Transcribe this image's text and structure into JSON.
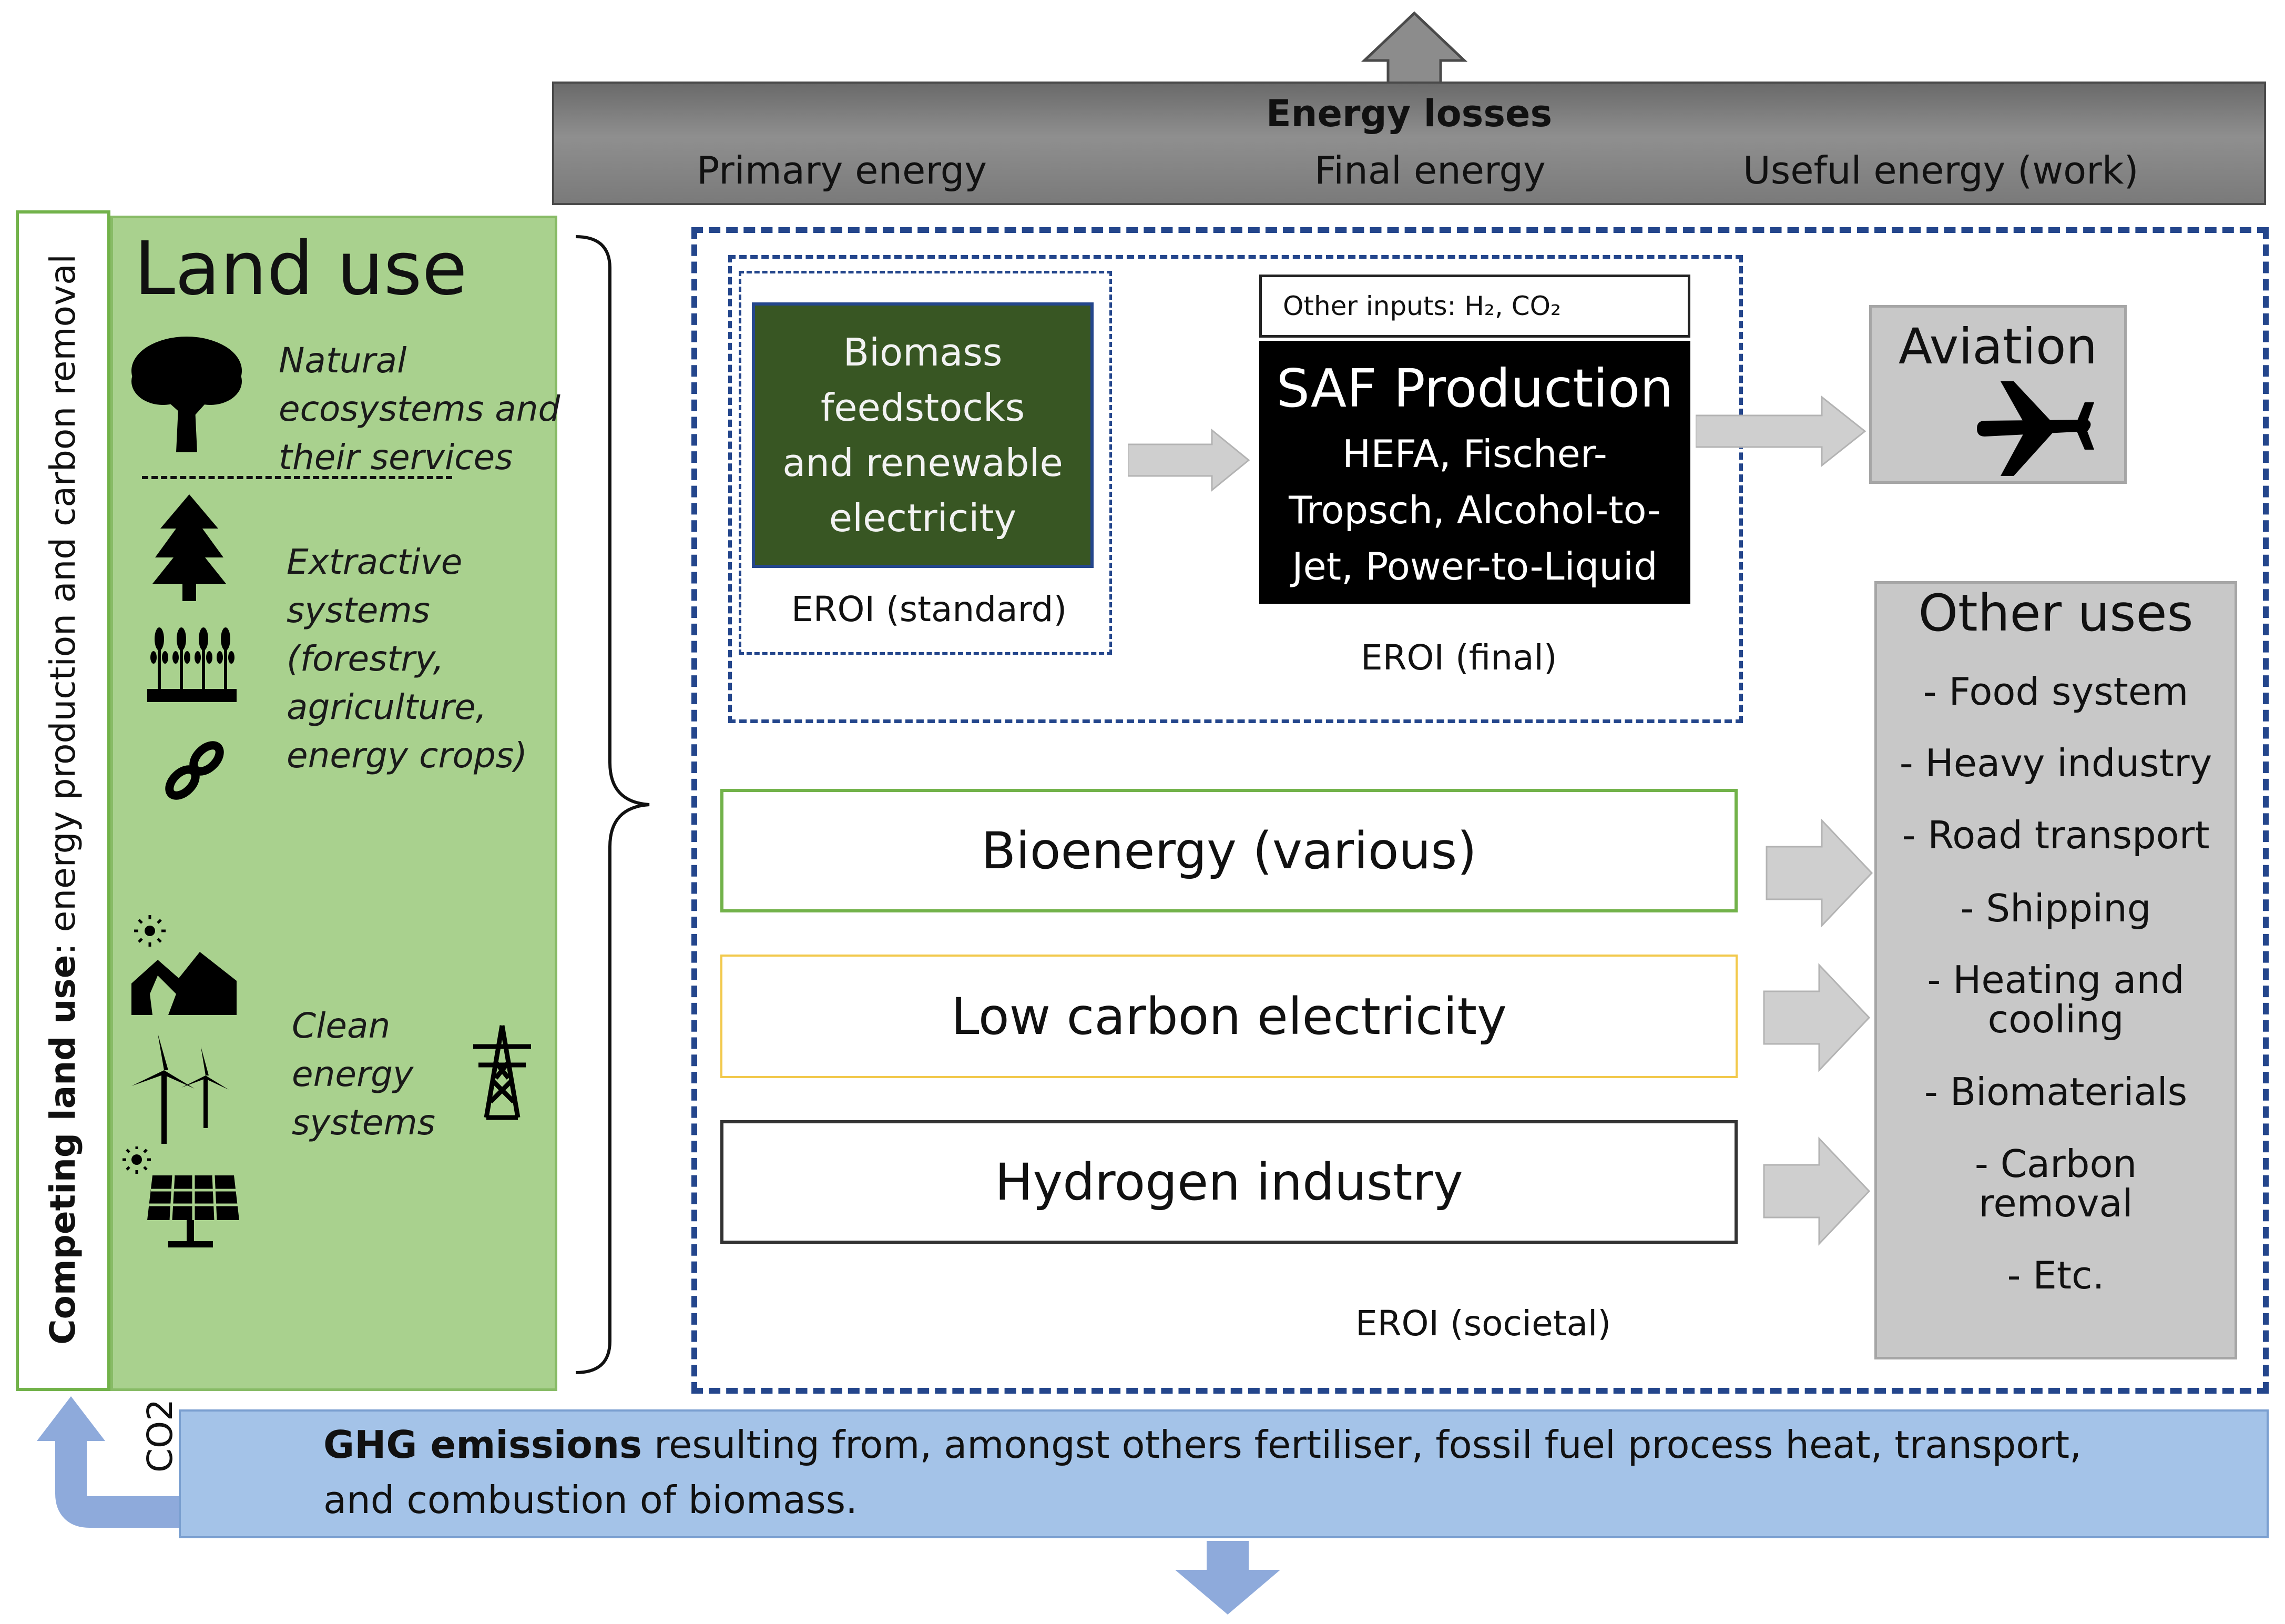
{
  "energy_losses": {
    "title": "Energy losses",
    "stages": [
      "Primary energy",
      "Final energy",
      "Useful energy (work)"
    ]
  },
  "competing": {
    "bold": "Competing land use",
    "rest": ": energy production and carbon removal"
  },
  "land_use": {
    "title": "Land use",
    "natural": [
      "Natural",
      "ecosystems and",
      "their services"
    ],
    "extractive": [
      "Extractive",
      "systems",
      "(forestry,",
      "agriculture,",
      "energy crops)"
    ],
    "clean": [
      "Clean",
      "energy",
      "systems"
    ]
  },
  "saf_chain": {
    "biomass": [
      "Biomass",
      "feedstocks",
      "and renewable",
      "electricity"
    ],
    "eroi_standard": "EROI (standard)",
    "other_inputs": "Other inputs: H₂, CO₂",
    "saf_title": "SAF Production",
    "saf_methods": [
      "HEFA, Fischer-",
      "Tropsch, Alcohol-to-",
      "Jet, Power-to-Liquid"
    ],
    "eroi_final": "EROI (final)",
    "aviation": "Aviation"
  },
  "flows": {
    "bioenergy": "Bioenergy (various)",
    "low_carbon": "Low carbon electricity",
    "hydrogen": "Hydrogen industry",
    "eroi_societal": "EROI (societal)"
  },
  "other_uses": {
    "title": "Other uses",
    "items": [
      "- Food system",
      "- Heavy industry",
      "- Road transport",
      "- Shipping",
      "- Heating and",
      "cooling",
      "- Biomaterials",
      "- Carbon",
      "removal",
      "- Etc."
    ]
  },
  "ghg": {
    "bold": "GHG emissions",
    "line1_rest": " resulting from, amongst others fertiliser, fossil fuel process heat, transport,",
    "line2": "and combustion of biomass.",
    "co2": "CO2"
  },
  "colors": {
    "land_green": "#a9d18e",
    "biomass_green": "#385623",
    "frame_blue": "#24468c",
    "ghg_blue": "#a4c3e8",
    "bio_border": "#72b24a",
    "elec_border": "#f2c94c",
    "arrow_grey": "#cfcfcf"
  }
}
